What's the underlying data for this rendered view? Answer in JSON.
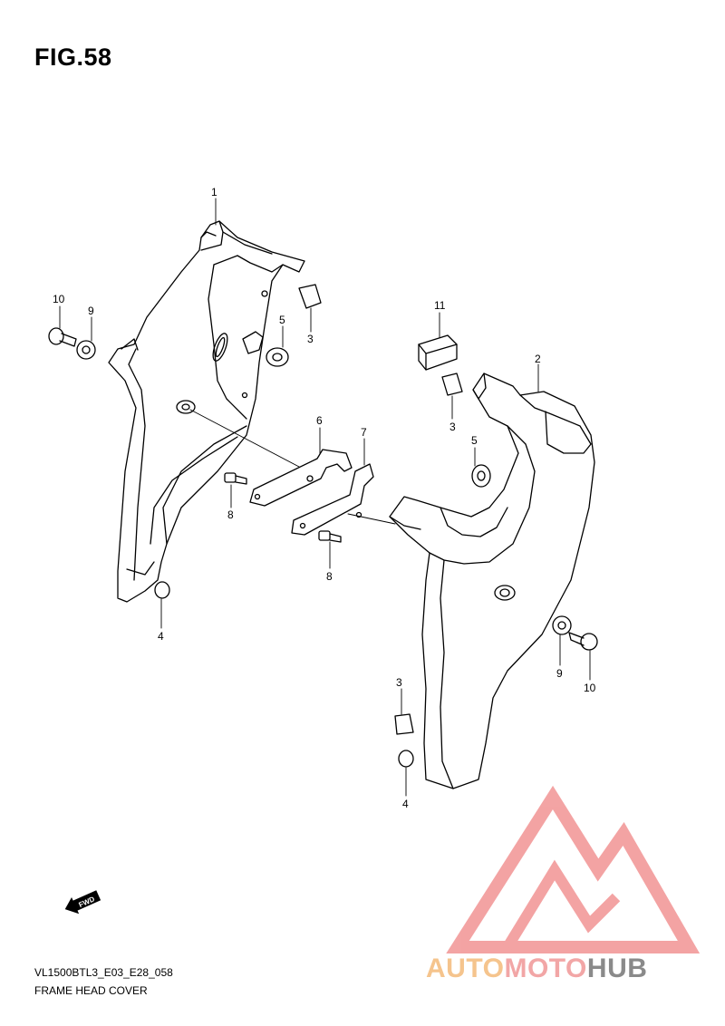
{
  "figure": {
    "title": "FIG.58"
  },
  "footer": {
    "code": "VL1500BTL3_E03_E28_058",
    "caption": "FRAME HEAD COVER"
  },
  "fwd_label": "FWD",
  "watermark": {
    "part_a": "AUTO",
    "part_b": "MOTO",
    "part_c": "HUB",
    "colors": {
      "auto": "#f5c48d",
      "moto": "#f2a6a6",
      "hub": "#8a8a8a"
    }
  },
  "callouts": [
    {
      "id": "c1",
      "label": "1"
    },
    {
      "id": "c2",
      "label": "2"
    },
    {
      "id": "c3a",
      "label": "3"
    },
    {
      "id": "c3b",
      "label": "3"
    },
    {
      "id": "c3c",
      "label": "3"
    },
    {
      "id": "c4a",
      "label": "4"
    },
    {
      "id": "c4b",
      "label": "4"
    },
    {
      "id": "c5a",
      "label": "5"
    },
    {
      "id": "c5b",
      "label": "5"
    },
    {
      "id": "c6",
      "label": "6"
    },
    {
      "id": "c7",
      "label": "7"
    },
    {
      "id": "c8a",
      "label": "8"
    },
    {
      "id": "c8b",
      "label": "8"
    },
    {
      "id": "c9a",
      "label": "9"
    },
    {
      "id": "c9b",
      "label": "9"
    },
    {
      "id": "c10a",
      "label": "10"
    },
    {
      "id": "c10b",
      "label": "10"
    },
    {
      "id": "c11",
      "label": "11"
    }
  ]
}
